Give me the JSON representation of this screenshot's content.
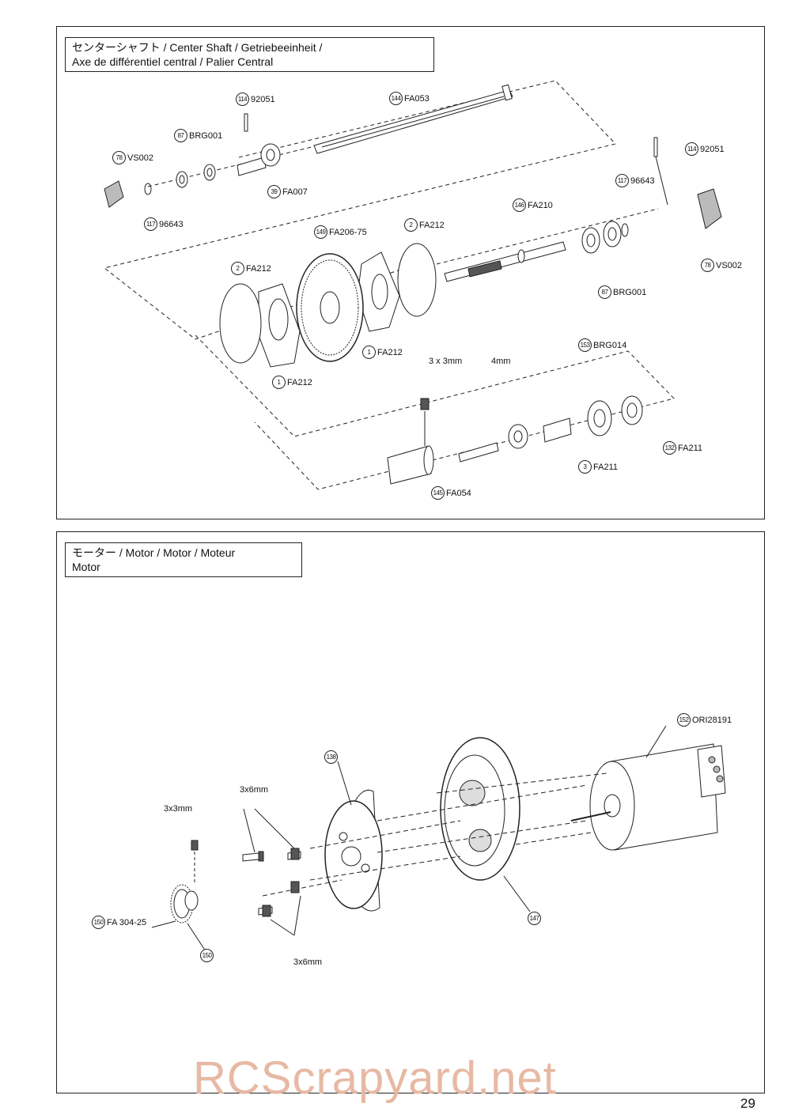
{
  "center_section": {
    "title_line1": "センターシャフト / Center Shaft / Getriebeeinheit /",
    "title_line2": "Axe de différentiel central / Palier Central",
    "callouts": {
      "c114a": {
        "num": "114",
        "code": "92051"
      },
      "c144": {
        "num": "144",
        "code": "FA053"
      },
      "c87a": {
        "num": "87",
        "code": "BRG001"
      },
      "c78a": {
        "num": "78",
        "code": "VS002"
      },
      "c39": {
        "num": "39",
        "code": "FA007"
      },
      "c117a": {
        "num": "117",
        "code": "96643"
      },
      "c114b": {
        "num": "114",
        "code": "92051"
      },
      "c117b": {
        "num": "117",
        "code": "96643"
      },
      "c146": {
        "num": "146",
        "code": "FA210"
      },
      "c2a": {
        "num": "2",
        "code": "FA212"
      },
      "c149": {
        "num": "149",
        "code": "FA206-75"
      },
      "c2b": {
        "num": "2",
        "code": "FA212"
      },
      "c78b": {
        "num": "78",
        "code": "VS002"
      },
      "c87b": {
        "num": "87",
        "code": "BRG001"
      },
      "c1a": {
        "num": "1",
        "code": "FA212"
      },
      "c1b": {
        "num": "1",
        "code": "FA212"
      },
      "c153": {
        "num": "153",
        "code": "BRG014"
      },
      "c132": {
        "num": "132",
        "code": "FA211"
      },
      "c3": {
        "num": "3",
        "code": "FA211"
      },
      "c145": {
        "num": "145",
        "code": "FA054"
      }
    },
    "dims": {
      "setscrew": "3 x 3mm",
      "nut": "4mm"
    }
  },
  "motor_section": {
    "title_line1": "モーター / Motor / Motor / Moteur",
    "title_line2": "Motor",
    "callouts": {
      "c152": {
        "num": "152",
        "code": "ORI28191"
      },
      "c138": {
        "num": "138",
        "code": ""
      },
      "c150a": {
        "num": "150",
        "code": "FA 304-25"
      },
      "c150b": {
        "num": "150",
        "code": ""
      },
      "c147": {
        "num": "147",
        "code": ""
      }
    },
    "dims": {
      "screw_top": "3x6mm",
      "setscrew": "3x3mm",
      "screw_bottom": "3x6mm"
    }
  },
  "watermark": "RCScrapyard.net",
  "page_number": "29"
}
